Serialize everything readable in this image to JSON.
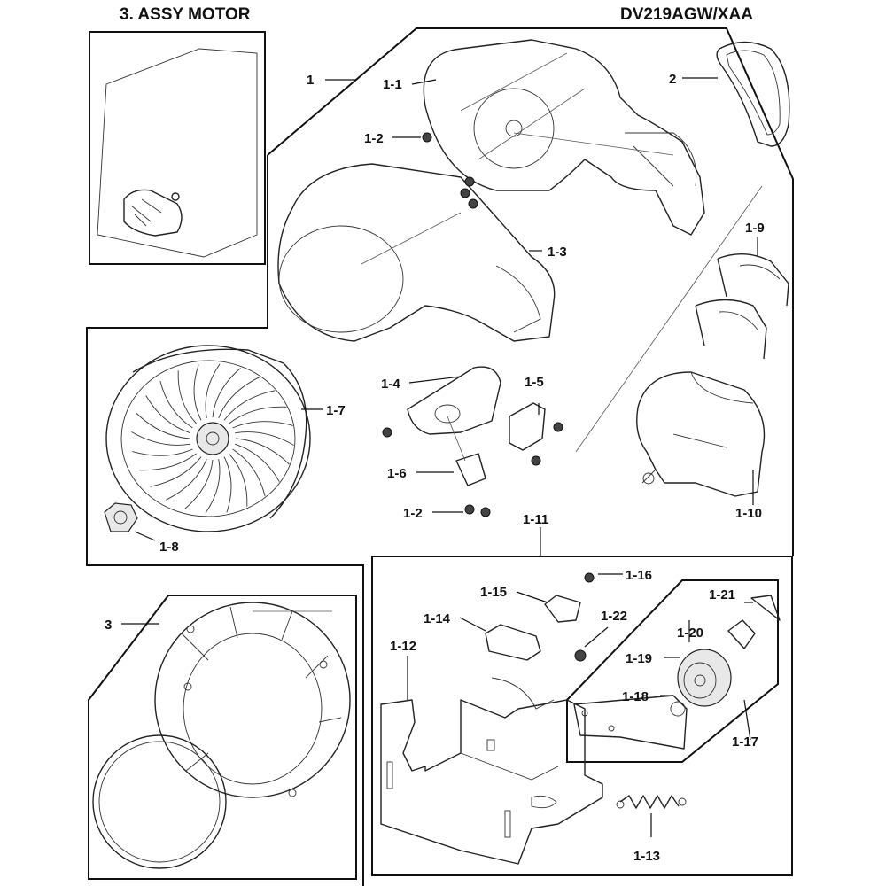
{
  "header": {
    "section_title": "3. ASSY MOTOR",
    "model_number": "DV219AGW/XAA"
  },
  "callouts": {
    "c_1": "1",
    "c_1_1": "1-1",
    "c_1_2a": "1-2",
    "c_1_2b": "1-2",
    "c_1_3": "1-3",
    "c_1_4": "1-4",
    "c_1_5": "1-5",
    "c_1_6": "1-6",
    "c_1_7": "1-7",
    "c_1_8": "1-8",
    "c_1_9": "1-9",
    "c_1_10": "1-10",
    "c_1_11": "1-11",
    "c_1_12": "1-12",
    "c_1_13": "1-13",
    "c_1_14": "1-14",
    "c_1_15": "1-15",
    "c_1_16": "1-16",
    "c_1_17": "1-17",
    "c_1_18": "1-18",
    "c_1_19": "1-19",
    "c_1_20": "1-20",
    "c_1_21": "1-21",
    "c_1_22": "1-22",
    "c_2": "2",
    "c_3": "3"
  }
}
